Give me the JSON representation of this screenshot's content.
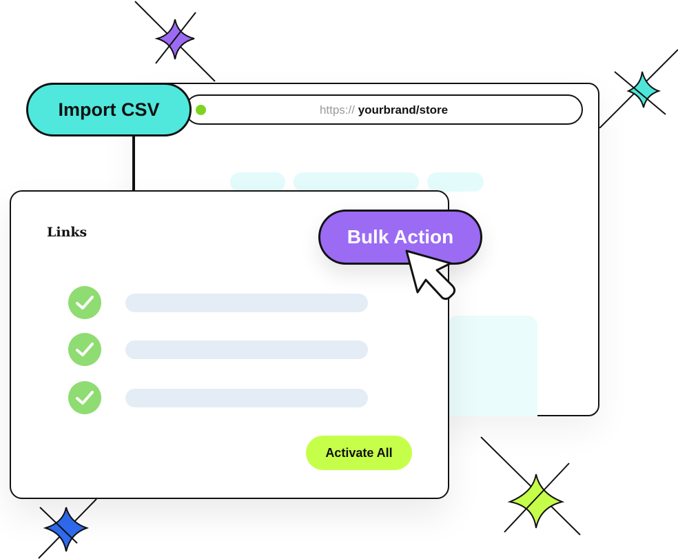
{
  "browser": {
    "url_scheme": "https://",
    "url_host": "yourbrand/store"
  },
  "actions": {
    "import_label": "Import CSV",
    "bulk_label": "Bulk Action",
    "activate_label": "Activate All"
  },
  "panel": {
    "title": "Links",
    "rows": [
      {
        "checked": true
      },
      {
        "checked": true
      },
      {
        "checked": true
      }
    ]
  },
  "colors": {
    "import_button": "#50e8dc",
    "bulk_button": "#9b6bf4",
    "activate_button": "#c6ff4a",
    "check": "#8fdc72",
    "url_dot": "#7ed321",
    "sparkle_purple": "#9b6bf4",
    "sparkle_teal": "#4fe6da",
    "sparkle_lime": "#c6ff4a",
    "sparkle_blue": "#2f6bf0"
  },
  "icons": {
    "cursor": "pointer-cursor-icon",
    "check": "checkmark-circle-icon",
    "sparkle": "four-point-star-icon"
  }
}
